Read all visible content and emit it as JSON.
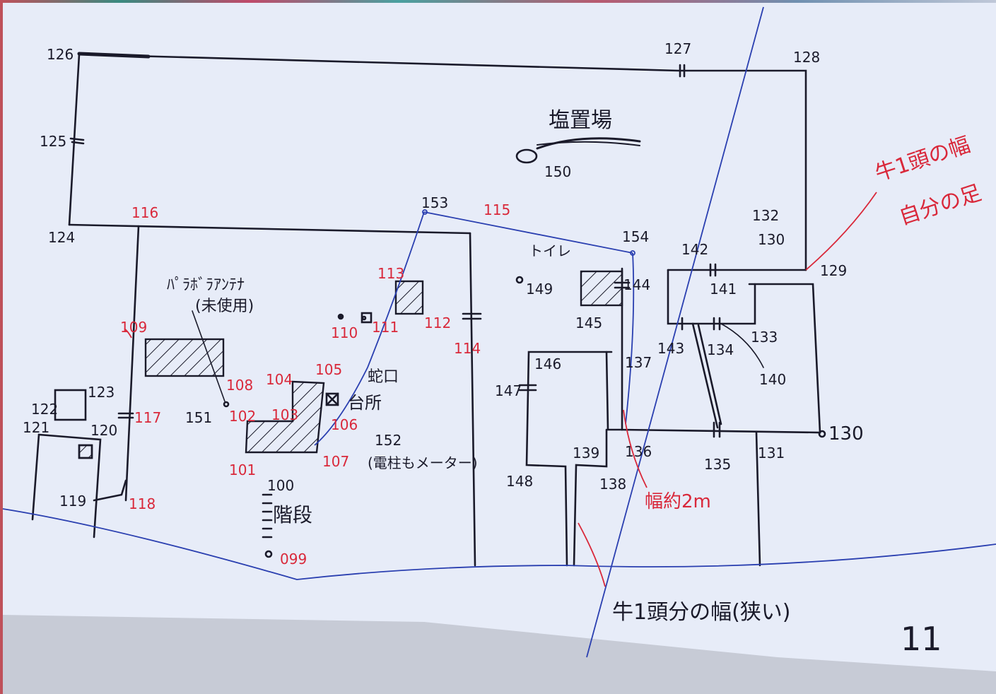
{
  "colors": {
    "ink": "#1a1a2a",
    "red_ink": "#d9283a",
    "blue_ink": "#2a3fb0",
    "paper": "#e7ecf8"
  },
  "points_black": {
    "p126": "126",
    "p125": "125",
    "p124": "124",
    "p127": "127",
    "p128": "128",
    "p129": "129",
    "p130": "130",
    "p131": "131",
    "p132": "132",
    "p130b": "130",
    "p133": "133",
    "p134": "134",
    "p135": "135",
    "p136": "136",
    "p137": "137",
    "p138": "138",
    "p139": "139",
    "p140": "140",
    "p141": "141",
    "p142": "142",
    "p143": "143",
    "p144": "144",
    "p145": "145",
    "p146": "146",
    "p147": "147",
    "p148": "148",
    "p149": "149",
    "p150": "150",
    "p151": "151",
    "p153": "153",
    "p154": "154",
    "p119": "119",
    "p120": "120",
    "p121": "121",
    "p122": "122",
    "p123": "123",
    "p100": "100",
    "p152": "152"
  },
  "points_red": {
    "p116": "116",
    "p117": "117",
    "p118": "118",
    "p114": "114",
    "p113": "113",
    "p112": "112",
    "p111": "111",
    "p110": "110",
    "p109": "109",
    "p108": "108",
    "p107": "107",
    "p106": "106",
    "p105": "105",
    "p104": "104",
    "p103": "103",
    "p102": "102",
    "p101": "101",
    "p099": "099",
    "p115": "115"
  },
  "labels": {
    "salt_field": "塩置場",
    "antenna": "ﾊﾟﾗﾎﾞﾗｱﾝﾃﾅ",
    "antenna_sub": "(未使用)",
    "toilet": "トイレ",
    "jakuchi": "蛇口",
    "kitchen": "台所",
    "pole_note": "(電柱もメーター)",
    "stairs": "階段",
    "width_note": "幅約2m",
    "cow_narrow": "牛1頭分の幅(狭い)",
    "cow_right_1": "牛1頭の幅",
    "cow_right_2": "自分の足",
    "page_no": "11"
  }
}
